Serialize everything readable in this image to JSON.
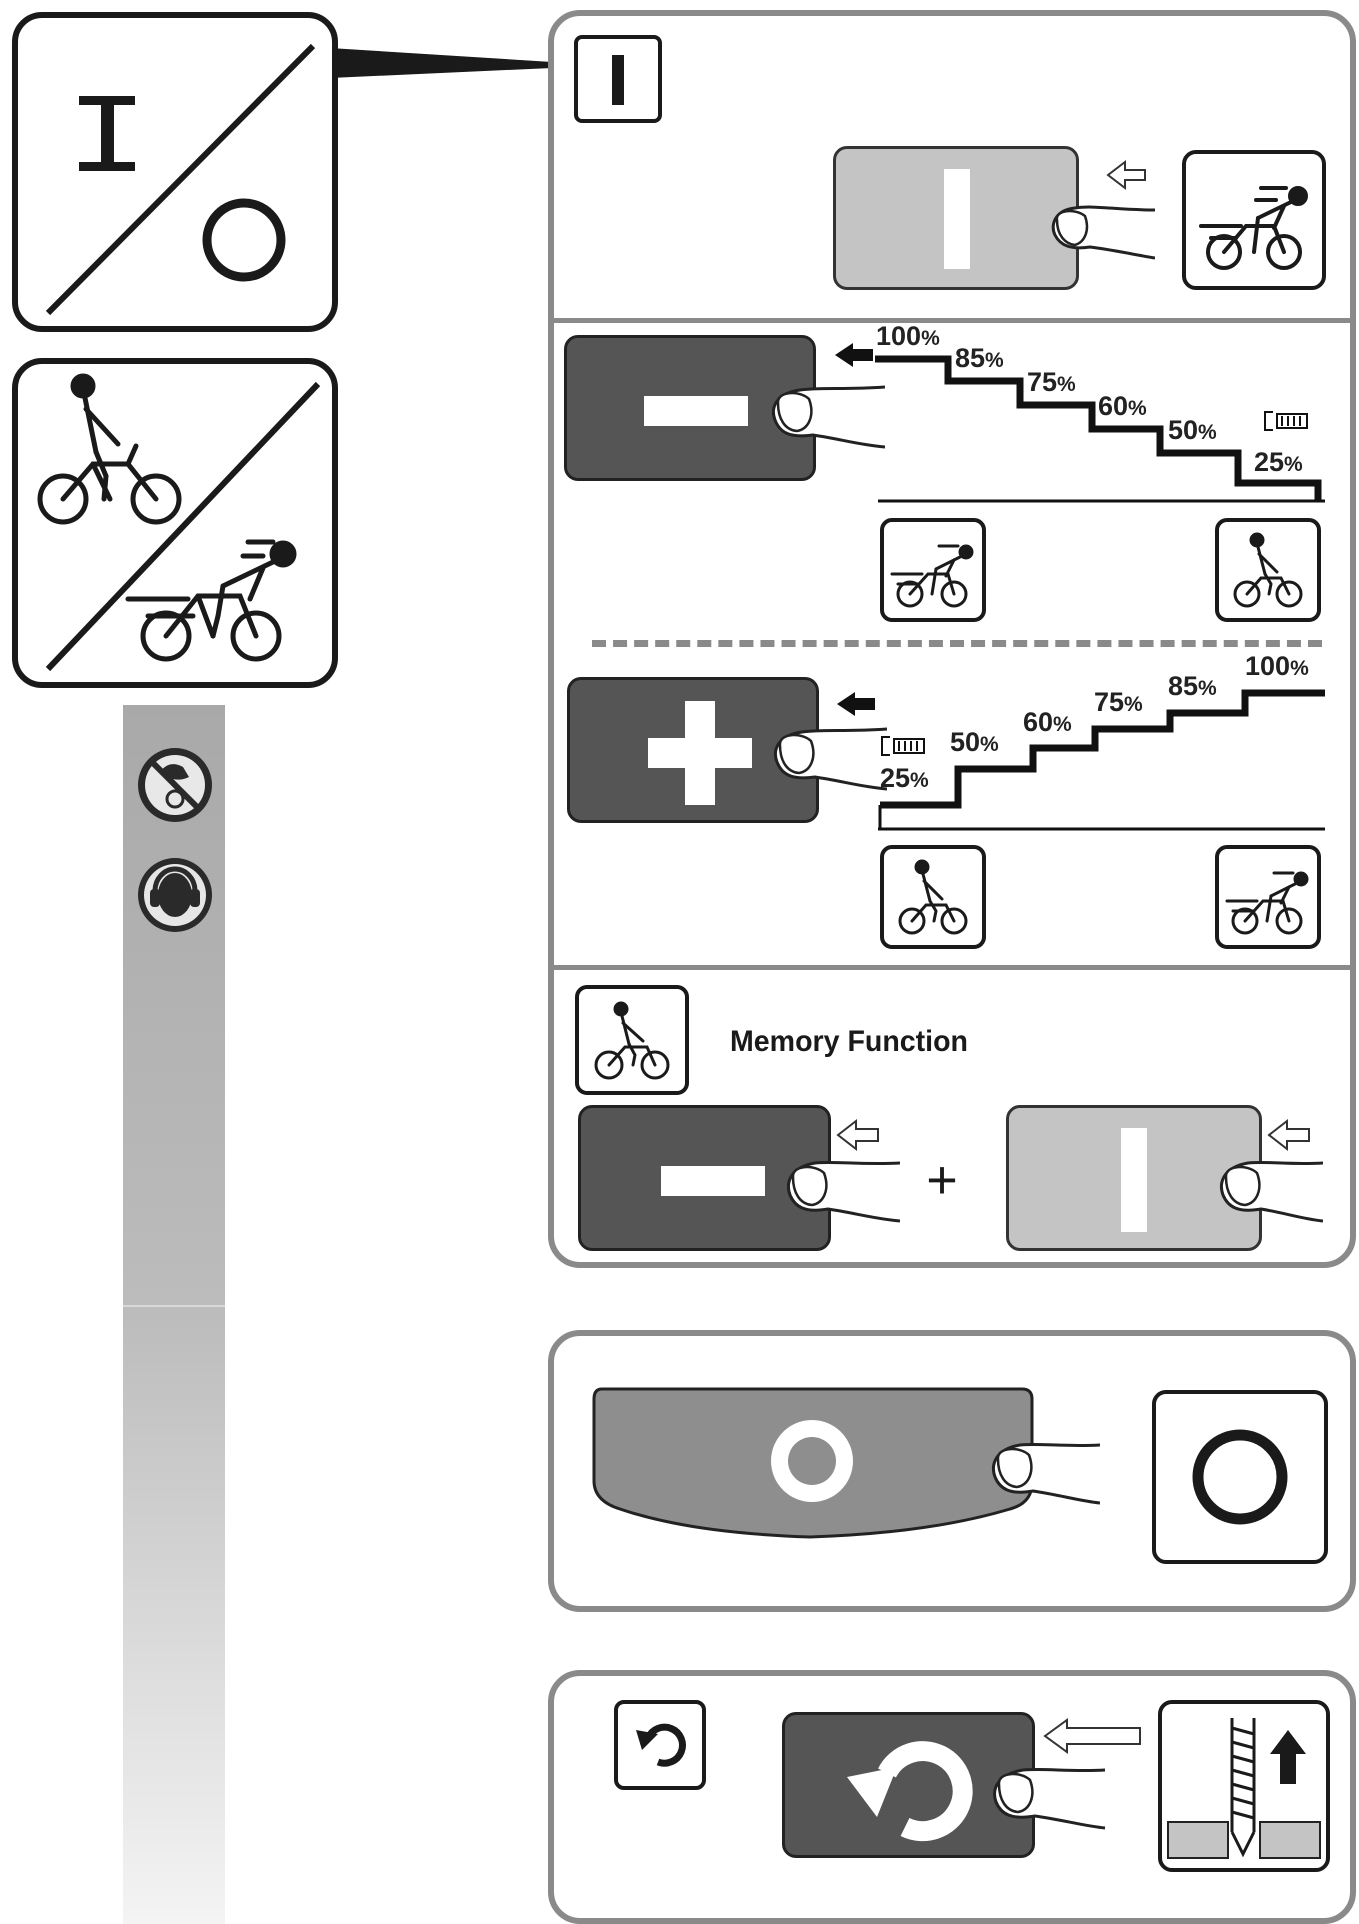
{
  "left_icons": {
    "power_symbol": {
      "on": "I",
      "off": "O"
    },
    "bike_symbol": "bike-slow-fast-icon",
    "safety_signs": [
      "no-hand-contact-rotating-icon",
      "wear-ear-protection-icon"
    ]
  },
  "section_on": {
    "corner_label": "I",
    "button_label": "I",
    "result_icon": "bike-fast-icon"
  },
  "section_speed": {
    "minus_button": {
      "label": "−",
      "steps": [
        {
          "num": "100",
          "pct": "%"
        },
        {
          "num": "85",
          "pct": "%"
        },
        {
          "num": "75",
          "pct": "%"
        },
        {
          "num": "60",
          "pct": "%"
        },
        {
          "num": "50",
          "pct": "%"
        },
        {
          "num": "25",
          "pct": "%"
        }
      ],
      "from_icon": "bike-fast-icon",
      "to_icon": "bike-slow-icon"
    },
    "plus_button": {
      "label": "+",
      "steps": [
        {
          "num": "25",
          "pct": "%"
        },
        {
          "num": "50",
          "pct": "%"
        },
        {
          "num": "60",
          "pct": "%"
        },
        {
          "num": "75",
          "pct": "%"
        },
        {
          "num": "85",
          "pct": "%"
        },
        {
          "num": "100",
          "pct": "%"
        }
      ],
      "from_icon": "bike-slow-icon",
      "to_icon": "bike-fast-icon"
    }
  },
  "section_memory": {
    "title": "Memory Function",
    "plus_sign": "+",
    "buttons": [
      "−",
      "I"
    ]
  },
  "section_off": {
    "button_label": "O",
    "result_label": "O"
  },
  "section_reverse": {
    "icon": "reverse-rotation-icon",
    "result_icon": "screw-out-icon"
  },
  "colors": {
    "frame": "#8a8a8a",
    "dark_button": "#555555",
    "light_button": "#c4c4c4",
    "off_button": "#8e8e8e",
    "side_bar": "#b3b3b3"
  }
}
